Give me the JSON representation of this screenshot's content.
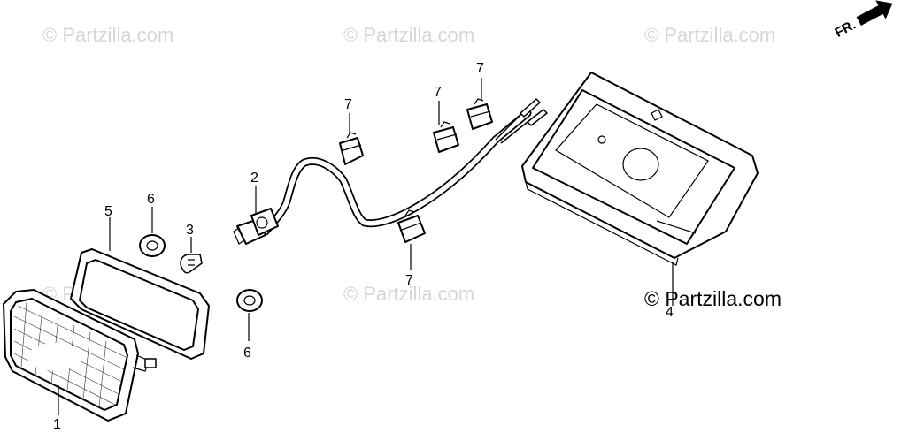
{
  "watermarks": [
    "© Partzilla.com",
    "© Partzilla.com",
    "© Partzilla.com",
    "© Partzilla.com",
    "© Partzilla.com"
  ],
  "credit": "© Partzilla.com",
  "front_indicator": "FR.",
  "callouts": {
    "lens": "1",
    "socket": "2",
    "bulb": "3",
    "housing": "4",
    "gasket": "5",
    "grommet_top": "6",
    "grommet_bottom": "6",
    "clip_a": "7",
    "clip_b": "7",
    "clip_c": "7",
    "clip_d": "7"
  }
}
